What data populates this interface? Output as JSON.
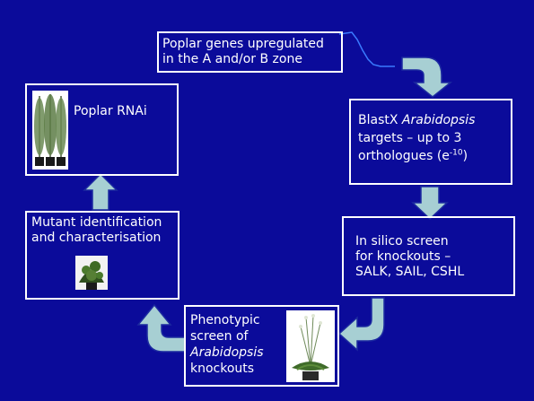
{
  "colors": {
    "background": "#0b0b9a",
    "box_border": "#ffffff",
    "text": "#ffffff",
    "arrow_fill": "#a7cfd3",
    "arrow_stroke": "#1c2aa0",
    "plot_line": "#3a7bff"
  },
  "boxes": {
    "poplar_genes": {
      "line1": "Poplar genes upregulated",
      "line2": "in the A and/or B zone"
    },
    "blastx": {
      "line1_a": "BlastX ",
      "line1_b": "Arabidopsis",
      "line2": "targets – up to 3",
      "line3_a": "orthologues (e",
      "line3_sup": "-10",
      "line3_c": ")"
    },
    "in_silico": {
      "line1": "In silico screen",
      "line2": "for knockouts –",
      "line3": "SALK, SAIL, CSHL"
    },
    "phenotypic": {
      "line1": "Phenotypic",
      "line2": "screen of",
      "line3": "Arabidopsis",
      "line4": "knockouts"
    },
    "mutant": {
      "line1": "Mutant identification",
      "line2": "and characterisation"
    },
    "poplar_rnai": {
      "line1": "Poplar RNAi"
    }
  },
  "icons": {
    "poplar_photo": "poplar-trees-photo",
    "mutant_photo": "mutant-plant-photo",
    "arabidopsis_photo": "arabidopsis-plant-photo",
    "expression_plot": "expression-curve-icon"
  }
}
